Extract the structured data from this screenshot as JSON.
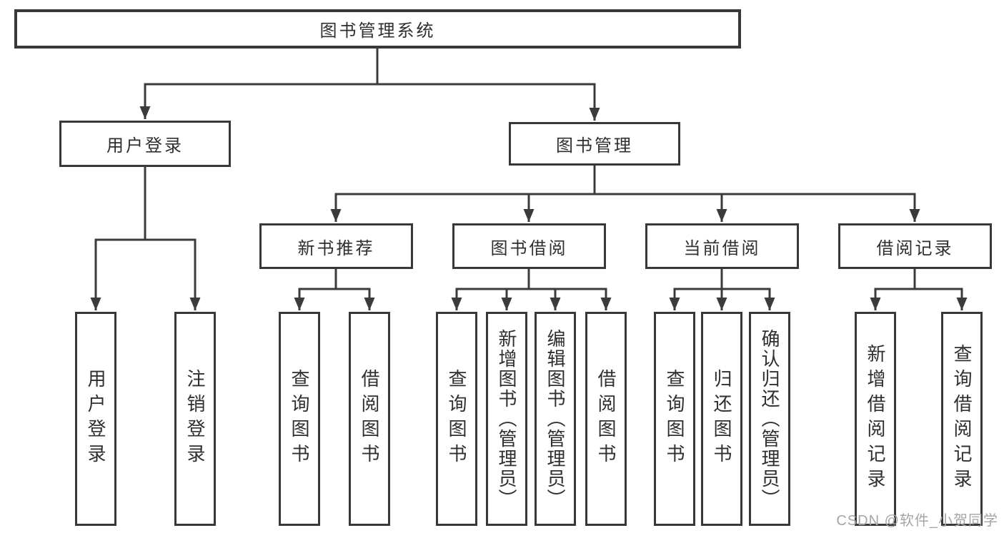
{
  "diagram": {
    "root": {
      "label": "图书管理系统"
    },
    "level2": {
      "user_login": {
        "label": "用户登录"
      },
      "book_management": {
        "label": "图书管理"
      }
    },
    "level3": {
      "new_book_recommend": {
        "label": "新书推荐"
      },
      "book_borrow": {
        "label": "图书借阅"
      },
      "current_borrow": {
        "label": "当前借阅"
      },
      "borrow_records": {
        "label": "借阅记录"
      }
    },
    "leaves": {
      "user_login": {
        "label": "用户登录"
      },
      "logout": {
        "label": "注销登录"
      },
      "recommend_query_books": {
        "label": "查询图书"
      },
      "recommend_borrow_books": {
        "label": "借阅图书"
      },
      "borrow_query_books": {
        "label": "查询图书"
      },
      "borrow_add_books_admin": {
        "label": "新增图书（管理员）"
      },
      "borrow_edit_books_admin": {
        "label": "编辑图书（管理员）"
      },
      "borrow_borrow_books": {
        "label": "借阅图书"
      },
      "current_query_books": {
        "label": "查询图书"
      },
      "current_return_books": {
        "label": "归还图书"
      },
      "current_confirm_return_admin": {
        "label": "确认归还（管理员）"
      },
      "records_add_record": {
        "label": "新增借阅记录"
      },
      "records_query_record": {
        "label": "查询借阅记录"
      }
    },
    "colors": {
      "line": "#3b3b3b",
      "box_border": "#383838",
      "box_fill": "#ffffff",
      "text": "#2f2f2f",
      "background": "#ffffff",
      "watermark": "#a5a5a5"
    }
  },
  "watermark": {
    "text": "CSDN @软件_小贺同学"
  }
}
